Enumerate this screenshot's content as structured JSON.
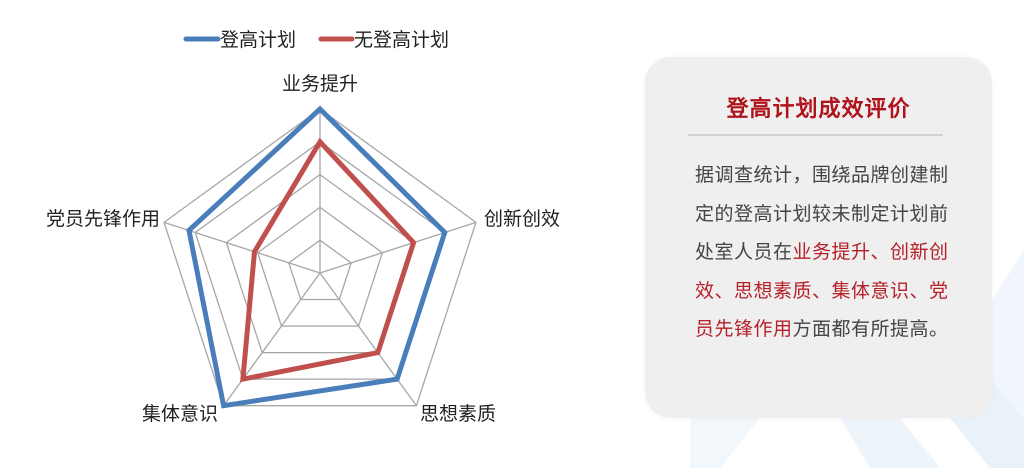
{
  "chart_data": {
    "type": "radar",
    "title": "",
    "categories": [
      "业务提升",
      "创新创效",
      "思想素质",
      "集体意识",
      "党员先锋作用"
    ],
    "scale": {
      "min": 0,
      "max": 5,
      "rings": 5
    },
    "grid": true,
    "legend_position": "top",
    "series": [
      {
        "name": "登高计划",
        "color": "#4a7ebb",
        "values": [
          5.0,
          4.0,
          4.0,
          5.0,
          4.2
        ]
      },
      {
        "name": "无登高计划",
        "color": "#c0504d",
        "values": [
          4.0,
          3.0,
          3.0,
          4.0,
          2.1
        ]
      }
    ]
  },
  "legend": {
    "items": [
      {
        "label": "登高计划",
        "color": "#4a7ebb"
      },
      {
        "label": "无登高计划",
        "color": "#c0504d"
      }
    ]
  },
  "panel": {
    "title": "登高计划成效评价",
    "title_color": "#b0131b",
    "body_segments": [
      {
        "text": "据调查统计，围绕品牌创建制定的登高计划较未制定计划前处室人员在",
        "highlight": false
      },
      {
        "text": "业务提升、创新创效、思想素质、集体意识、党员先锋作用",
        "highlight": true
      },
      {
        "text": "方面都有所提高。",
        "highlight": false
      }
    ]
  },
  "colors": {
    "grid": "#a6a6a6",
    "label": "#222222",
    "panel_bg": "#efefef",
    "highlight": "#b52128"
  }
}
